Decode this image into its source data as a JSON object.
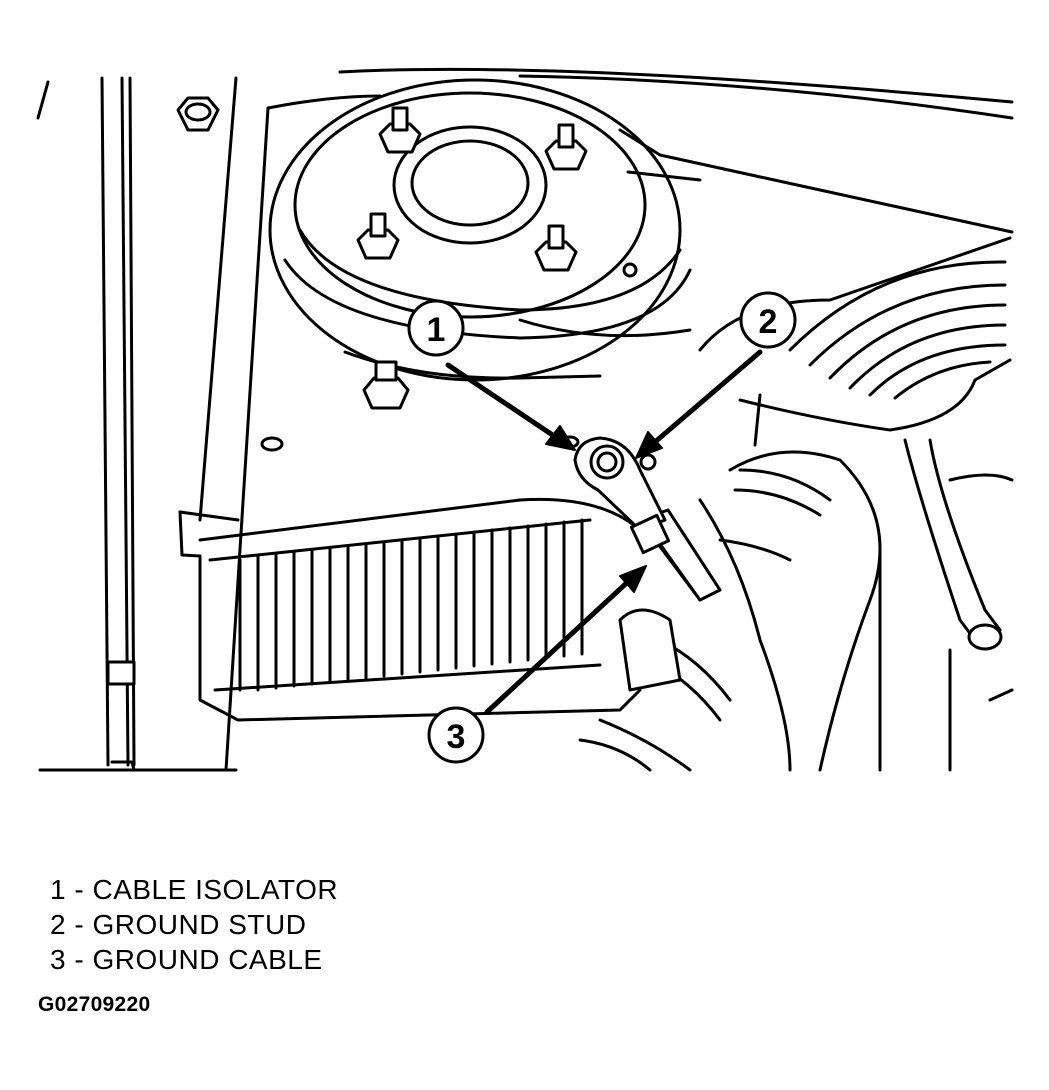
{
  "callouts": [
    {
      "number": "1",
      "label": "CABLE ISOLATOR"
    },
    {
      "number": "2",
      "label": "GROUND STUD"
    },
    {
      "number": "3",
      "label": "GROUND CABLE"
    }
  ],
  "separator": "-",
  "figure_code": "G02709220"
}
